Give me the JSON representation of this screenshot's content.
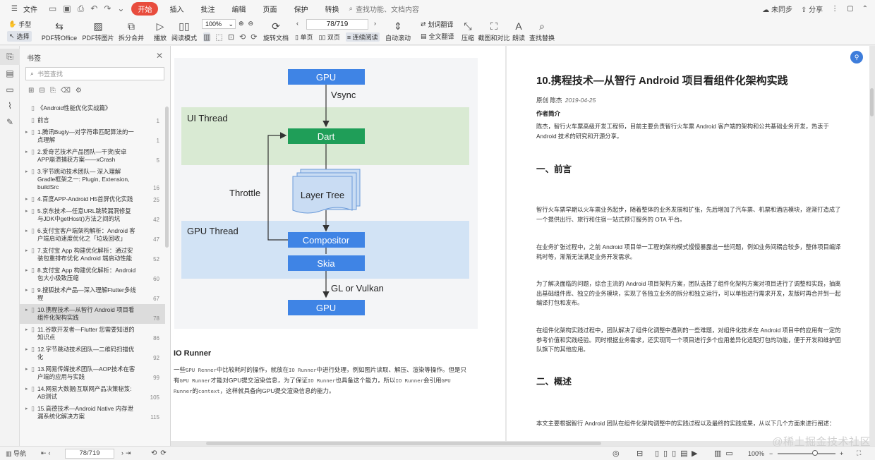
{
  "menubar": {
    "file": "文件",
    "items": [
      {
        "label": "开始",
        "active": true
      },
      {
        "label": "插入",
        "active": false
      },
      {
        "label": "批注",
        "active": false
      },
      {
        "label": "编辑",
        "active": false
      },
      {
        "label": "页面",
        "active": false
      },
      {
        "label": "保护",
        "active": false
      },
      {
        "label": "转换",
        "active": false
      }
    ],
    "search_placeholder": "查找功能、文档内容",
    "sync": "未同步",
    "share": "分享"
  },
  "toolbar": {
    "hand": "手型",
    "select": "选择",
    "pdf_to_office": "PDF转Office",
    "pdf_to_image": "PDF转图片",
    "split_merge": "拆分合并",
    "play": "播放",
    "read_mode": "阅读模式",
    "zoom": "100%",
    "rotate": "旋转文档",
    "page_indicator": "78/719",
    "single_page": "单页",
    "double_page": "双页",
    "continuous": "连续阅读",
    "auto_scroll": "自动滚动",
    "word_translate": "划词翻译",
    "full_translate": "全文翻译",
    "compress": "压缩",
    "screenshot_compare": "截图和对比",
    "read_aloud": "朗读",
    "find_replace": "查找替换"
  },
  "bookmarks": {
    "title": "书签",
    "search_placeholder": "书签查找",
    "items": [
      {
        "text": "《Android性能优化实战篇》",
        "page": "",
        "arrow": false
      },
      {
        "text": "前言",
        "page": "1",
        "arrow": false
      },
      {
        "text": "1.腾讯Bugly—对字符串匹配算法的一点理解",
        "page": "1",
        "arrow": true
      },
      {
        "text": "2.爱奇艺技术产品团队—干货|安卓APP崩溃捕获方案——xCrash",
        "page": "5",
        "arrow": true
      },
      {
        "text": "3.字节跳动技术团队— 深入理解Gradle框架之一: Plugin, Extension, buildSrc",
        "page": "16",
        "arrow": true
      },
      {
        "text": "4.百度APP-Android H5首屏优化实践",
        "page": "25",
        "arrow": true
      },
      {
        "text": "5.京东技术—任意URL跳转漏洞修复与JDK中getHost()方法之间的坑",
        "page": "42",
        "arrow": true
      },
      {
        "text": "6.支付宝客户端架构解析：Android 客户端启动速度优化之「垃圾回收」",
        "page": "47",
        "arrow": true
      },
      {
        "text": "7.支付宝 App 构建优化解析：通过安装包重排布优化 Android 端启动性能",
        "page": "52",
        "arrow": true
      },
      {
        "text": "8.支付宝 App 构建优化解析：Android 包大小极致压缩",
        "page": "60",
        "arrow": true
      },
      {
        "text": "9.搜狐技术产品—深入理解Flutter多线程",
        "page": "67",
        "arrow": true
      },
      {
        "text": "10.携程技术—从智行 Android 项目看组件化架构实践",
        "page": "78",
        "arrow": true
      },
      {
        "text": "11.谷歌开发者—Flutter 您需要知道的知识点",
        "page": "86",
        "arrow": true
      },
      {
        "text": "12.字节跳动技术团队—二维码扫描优化",
        "page": "92",
        "arrow": true
      },
      {
        "text": "13.网易传媒技术团队—AOP技术在客户端的应用与实践",
        "page": "99",
        "arrow": true
      },
      {
        "text": "14.网易大数据|互联网产品决策秘笈: AB测试",
        "page": "105",
        "arrow": true
      },
      {
        "text": "15.高德技术—Android Native 内存泄漏系统化解决方案",
        "page": "115",
        "arrow": true
      }
    ]
  },
  "left_page": {
    "diagram": {
      "gpu_top": "GPU",
      "vsync": "Vsync",
      "ui_thread": "UI Thread",
      "dart": "Dart",
      "layer_tree": "Layer Tree",
      "throttle": "Throttle",
      "gpu_thread": "GPU Thread",
      "compositor": "Compositor",
      "skia": "Skia",
      "gl_or_vulkan": "GL or Vulkan",
      "gpu_bottom": "GPU"
    },
    "io_heading": "IO Runner",
    "io_p_1": "一些",
    "io_code_1": "GPU Renner",
    "io_p_2": "中比较耗时的操作，就放在",
    "io_code_2": "IO Runner",
    "io_p_3": "中进行处理，例如图片读取、解压、渲染等操作。但是只有",
    "io_code_3": "GPU Runner",
    "io_p_4": "才能对GPU提交渲染信息，为了保证",
    "io_code_4": "IO Runner",
    "io_p_5": "也具备这个能力，所以",
    "io_code_5": "IO Runner",
    "io_p_6": "会引用",
    "io_code_6": "GPU Runner",
    "io_p_7": "的",
    "io_code_7": "context",
    "io_p_8": "，这样就具备向GPU提交渲染信息的能力。"
  },
  "right_page": {
    "title": "10.携程技术—从智行 Android 项目看组件化架构实践",
    "meta_author": "原创 陈杰",
    "meta_date": "2019-04-25",
    "author_heading": "作者简介",
    "author_p": "陈杰，智行火车票高级开发工程师，目前主要负责智行火车票 Android 客户端的架构和公共基础业务开发，热衷于 Android 技术的研究和开源分享。",
    "h_preface": "一、前言",
    "p1": "智行火车票早期以火车票业务起步，随着整体的业务发展和扩张，先后增加了汽车票、机票和酒店模块，逐渐打造成了一个提供出行、旅行和住宿一站式预订服务的 OTA 平台。",
    "p2": "在业务扩张过程中，之前 Android 项目单一工程的架构模式慢慢暴露出一些问题，例如业务间耦合较多，整体项目编译耗时等，渐渐无法满足业务开发需求。",
    "p3": "为了解决面临的问题，综合主流的 Android 项目架构方案，团队选择了组件化架构方案对项目进行了调整和实践，抽离出基础组件库、独立的业务模块，实现了各独立业务的拆分和独立运行，可以单独进行需求开发，发版时再合并到一起编译打包和发布。",
    "p4": "在组件化架构实践过程中，团队解决了组件化调整中遇到的一些难题，对组件化技术在 Android 项目中的应用有一定的参考价值和实践经验。同时根据业务需求，还实现同一个项目进行多个应用差异化适配打包的功能，便于开发和维护团队旗下的其他应用。",
    "h_overview": "二、概述",
    "p5": "本文主要根据智行 Android 团队在组件化架构调整中的实践过程以及最终的实践成果，从以下几个方面来进行阐述："
  },
  "statusbar": {
    "nav": "导航",
    "page": "78/719",
    "zoom": "100%",
    "watermark": "@稀土掘金技术社区"
  },
  "colors": {
    "accent_red": "#e84c3d",
    "diagram_blue": "#3f84e5",
    "ui_thread_green": "#d9ead3",
    "gpu_thread_blue": "#d2e3f5",
    "dart_green": "#1f9e58"
  }
}
